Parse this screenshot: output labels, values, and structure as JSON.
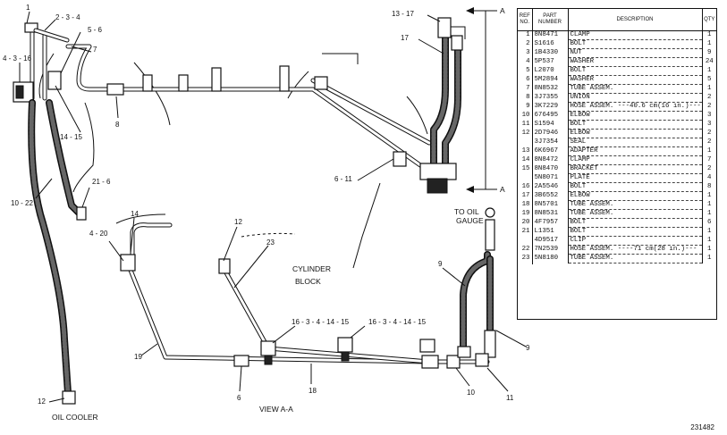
{
  "callouts": {
    "c1": "1",
    "c2_3_4": "2 - 3 - 4",
    "c5_6": "5 - 6",
    "c7": "7",
    "c4_3_16": "4 - 3 - 16",
    "c8": "8",
    "c14_15": "14 - 15",
    "c21_6": "21 - 6",
    "c10_22": "10 - 22",
    "c13_17": "13 - 17",
    "c17": "17",
    "c6_11": "6 - 11",
    "c14": "14",
    "c4_20": "4 - 20",
    "c12_top": "12",
    "c23": "23",
    "c16a": "16 - 3 - 4 - 14 - 15",
    "c16b": "16 - 3 - 4 - 14 - 15",
    "c19": "19",
    "c6": "6",
    "c18": "18",
    "c9_top": "9",
    "c9_bottom": "9",
    "c10": "10",
    "c11": "11",
    "c12_bottom": "12"
  },
  "labels": {
    "section_top": "A",
    "section_bottom": "A",
    "to_oil_gauge_1": "TO OIL",
    "to_oil_gauge_2": "GAUGE",
    "cylinder_1": "CYLINDER",
    "cylinder_2": "BLOCK",
    "oil_cooler": "OIL COOLER",
    "view": "VIEW A-A"
  },
  "drawing_number": "231482",
  "parts_table": {
    "headers": {
      "ref_1": "REF",
      "ref_2": "NO.",
      "part_1": "PART",
      "part_2": "NUMBER",
      "description": "DESCRIPTION",
      "qty": "QTY"
    },
    "rows": [
      {
        "ref": "1",
        "part": "8N8471",
        "description": "CLAMP",
        "qty": "1"
      },
      {
        "ref": "2",
        "part": "S1616",
        "description": "BOLT",
        "qty": "1"
      },
      {
        "ref": "3",
        "part": "1B4330",
        "description": "NUT",
        "qty": "9"
      },
      {
        "ref": "4",
        "part": "5P537",
        "description": "WASHER",
        "qty": "24"
      },
      {
        "ref": "5",
        "part": "L2070",
        "description": "BOLT",
        "qty": "1"
      },
      {
        "ref": "6",
        "part": "5M2894",
        "description": "WASHER",
        "qty": "5"
      },
      {
        "ref": "7",
        "part": "8N8532",
        "description": "TUBE ASSEM.",
        "qty": "1"
      },
      {
        "ref": "8",
        "part": "3J7355",
        "description": "UNION",
        "qty": "2"
      },
      {
        "ref": "9",
        "part": "3K7229",
        "description": "HOSE ASSEM. ---40.6 cm(16 in.)---",
        "qty": "2"
      },
      {
        "ref": "10",
        "part": "676495",
        "description": "ELBOW",
        "qty": "3"
      },
      {
        "ref": "11",
        "part": "S1594",
        "description": "BOLT",
        "qty": "3"
      },
      {
        "ref": "12",
        "part": "2D7946",
        "description": "ELBOW",
        "qty": "2"
      },
      {
        "ref": "",
        "part": "3J7354",
        "description": "SEAL",
        "qty": "2"
      },
      {
        "ref": "13",
        "part": "6K6967",
        "description": "ADAPTER",
        "qty": "1"
      },
      {
        "ref": "14",
        "part": "8N8472",
        "description": "CLAMP",
        "qty": "7"
      },
      {
        "ref": "15",
        "part": "8N8470",
        "description": "BRACKET",
        "qty": "2"
      },
      {
        "ref": "",
        "part": "5N8071",
        "description": "PLATE",
        "qty": "4"
      },
      {
        "ref": "16",
        "part": "2A5546",
        "description": "BOLT",
        "qty": "8"
      },
      {
        "ref": "17",
        "part": "3B6552",
        "description": "ELBOW",
        "qty": "1"
      },
      {
        "ref": "18",
        "part": "8N5701",
        "description": "TUBE ASSEM.",
        "qty": "1"
      },
      {
        "ref": "19",
        "part": "8N8531",
        "description": "TUBE ASSEM.",
        "qty": "1"
      },
      {
        "ref": "20",
        "part": "4F7957",
        "description": "BOLT",
        "qty": "6"
      },
      {
        "ref": "21",
        "part": "L1351",
        "description": "BOLT",
        "qty": "1"
      },
      {
        "ref": "",
        "part": "4D9517",
        "description": "CLIP",
        "qty": "1"
      },
      {
        "ref": "22",
        "part": "7N2539",
        "description": "HOSE ASSEM. ----71 cm(28 in.)---",
        "qty": "1"
      },
      {
        "ref": "23",
        "part": "5N8180",
        "description": "TUBE ASSEM.",
        "qty": "1"
      }
    ]
  }
}
